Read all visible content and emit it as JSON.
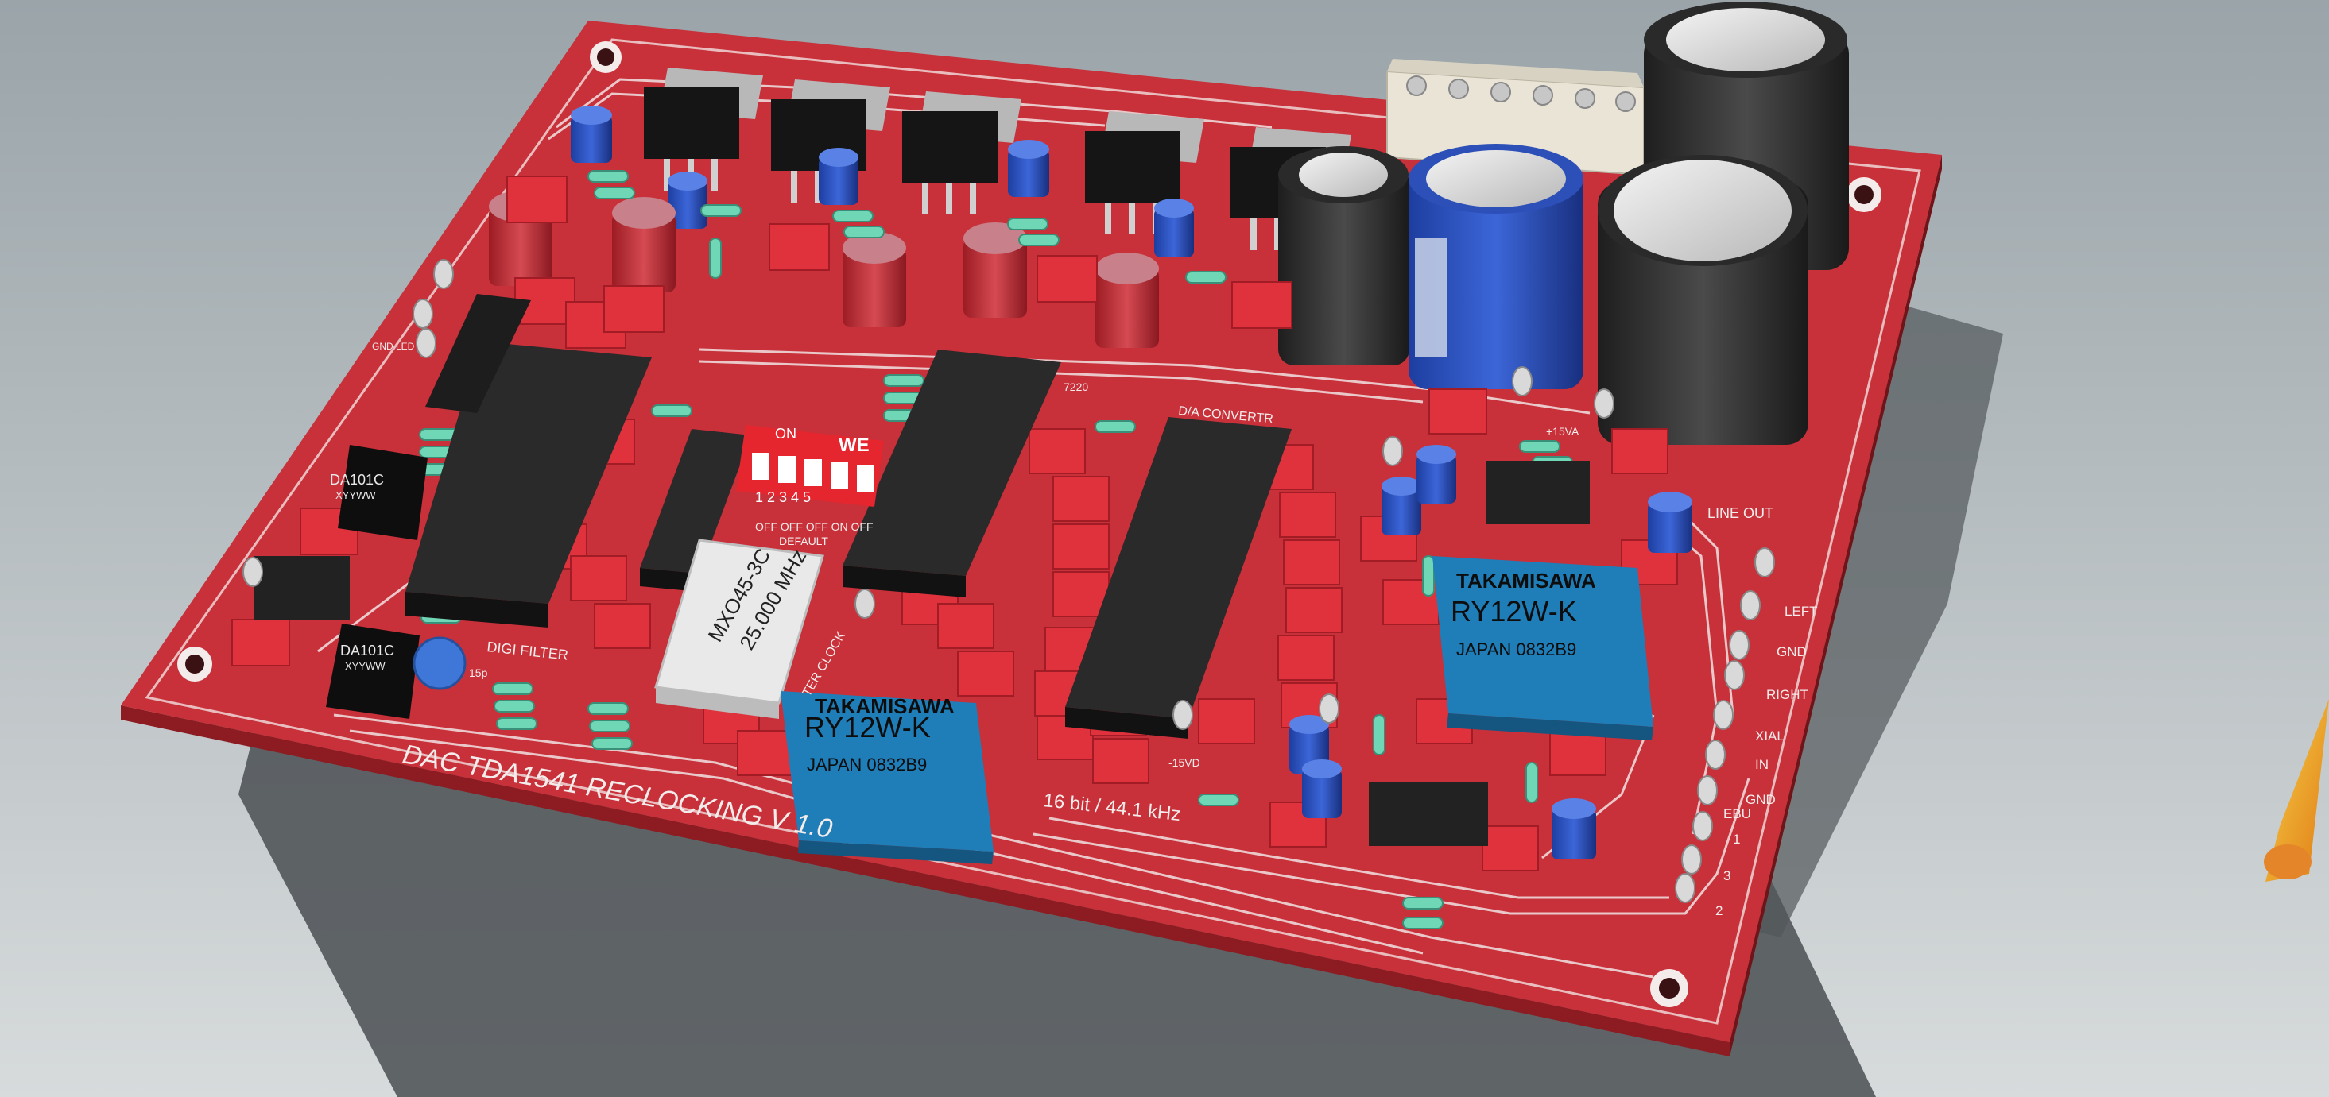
{
  "board": {
    "title": "DAC TDA1541 RECLOCKING V 1.0",
    "format": "16 bit / 44.1 kHz",
    "colors": {
      "pcb": "#c8303a",
      "background": "#b9c3c6",
      "silkscreen": "#f4eceb"
    }
  },
  "silkscreen": {
    "digi_filter": "DIGI FILTER",
    "da_converter": "D/A CONVERTR",
    "master_clock": "TER CLOCK",
    "line_out": "LINE OUT",
    "plus15va": "+15VA",
    "minus15vd": "-15VD",
    "cap_15p": "15p",
    "gnd_led": "GND LED",
    "dip_on": "ON",
    "dip_numbers": "1 2 3 4 5",
    "dip_states": "OFF OFF OFF ON OFF",
    "dip_default": "DEFAULT",
    "ic_partial": "7220"
  },
  "connectors": {
    "left": "LEFT",
    "gnd1": "GND",
    "right": "RIGHT",
    "coaxial": "XIAL",
    "in": "IN",
    "gnd2": "GND",
    "aesebu": "EBU",
    "pin1": "1",
    "pin3": "3",
    "pin2": "2"
  },
  "components": {
    "relay1": {
      "brand": "TAKAMISAWA",
      "model": "RY12W-K",
      "origin": "JAPAN 0832B9"
    },
    "relay2": {
      "brand": "TAKAMISAWA",
      "model": "RY12W-K",
      "origin": "JAPAN 0832B9"
    },
    "oscillator": {
      "model": "MXO45-3C",
      "freq": "25.000 MHz"
    },
    "transformer1": {
      "model": "DA101C",
      "code": "XYYWW"
    },
    "transformer2": {
      "model": "DA101C",
      "code": "XYYWW"
    },
    "dip_switch_logo": "WE"
  }
}
